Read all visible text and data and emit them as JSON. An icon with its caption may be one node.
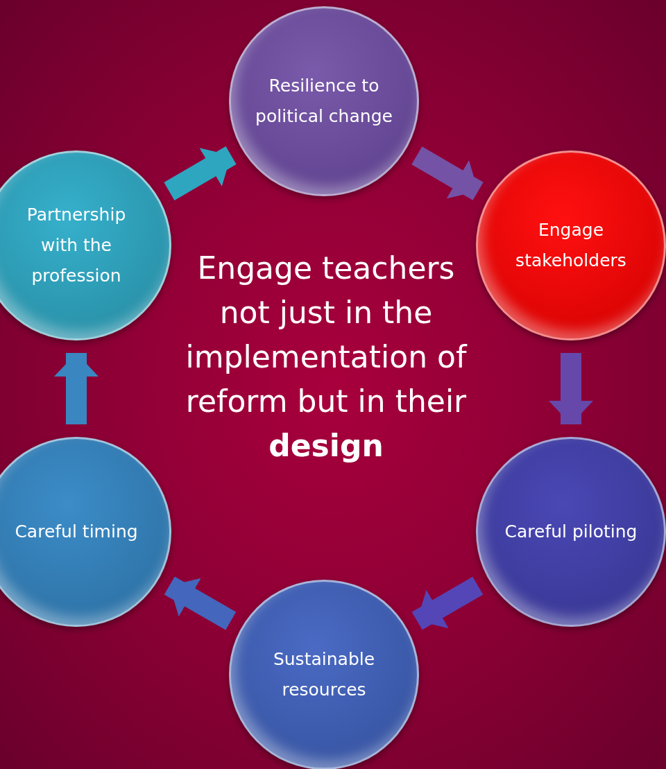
{
  "diagram": {
    "nodes": [
      {
        "text": [
          "Resilience to political change"
        ]
      },
      {
        "text": [
          "Engage stakeholders"
        ]
      },
      {
        "text": [
          "Careful piloting"
        ]
      },
      {
        "text": [
          "Sustainable resources"
        ]
      },
      {
        "text": [
          "Careful timing"
        ]
      },
      {
        "text": [
          "Partnership with the profession"
        ]
      }
    ],
    "edges": [
      {
        "from": 0,
        "to": 1,
        "arrow": "to",
        "color": "#7452a6"
      },
      {
        "from": 1,
        "to": 2,
        "arrow": "to",
        "color": "#6648aa"
      },
      {
        "from": 2,
        "to": 3,
        "arrow": "to",
        "color": "#5446b6"
      },
      {
        "from": 3,
        "to": 4,
        "arrow": "to",
        "color": "#4466bc"
      },
      {
        "from": 4,
        "to": 5,
        "arrow": "to",
        "color": "#3a86c0"
      },
      {
        "from": 5,
        "to": 0,
        "arrow": "to",
        "color": "#2ea6c0"
      }
    ],
    "labels": [
      "Engage teachers not just in the implementation of reform but in their **design**"
    ]
  }
}
